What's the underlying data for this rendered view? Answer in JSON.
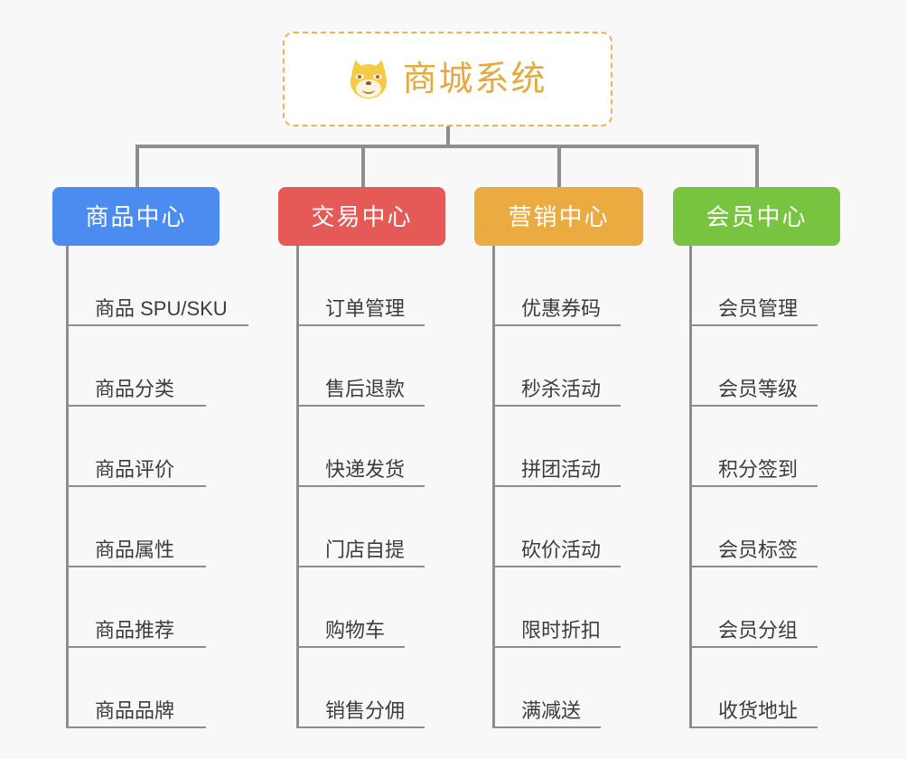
{
  "diagram": {
    "type": "mindmap",
    "background_color": "#f8f8f8",
    "connector_color": "#8d8d8d",
    "root": {
      "title": "商城系统",
      "icon": "shiba-inu-dog-face",
      "border_color": "#e9b356",
      "text_color": "#e5a93f",
      "fill_color": "#ffffff"
    },
    "branches": [
      {
        "label": "商品中心",
        "color": "#4a8cf0",
        "items": [
          "商品 SPU/SKU",
          "商品分类",
          "商品评价",
          "商品属性",
          "商品推荐",
          "商品品牌"
        ]
      },
      {
        "label": "交易中心",
        "color": "#e55a57",
        "items": [
          "订单管理",
          "售后退款",
          "快递发货",
          "门店自提",
          "购物车",
          "销售分佣"
        ]
      },
      {
        "label": "营销中心",
        "color": "#eaab40",
        "items": [
          "优惠券码",
          "秒杀活动",
          "拼团活动",
          "砍价活动",
          "限时折扣",
          "满减送"
        ]
      },
      {
        "label": "会员中心",
        "color": "#78c340",
        "items": [
          "会员管理",
          "会员等级",
          "积分签到",
          "会员标签",
          "会员分组",
          "收货地址"
        ]
      }
    ]
  }
}
